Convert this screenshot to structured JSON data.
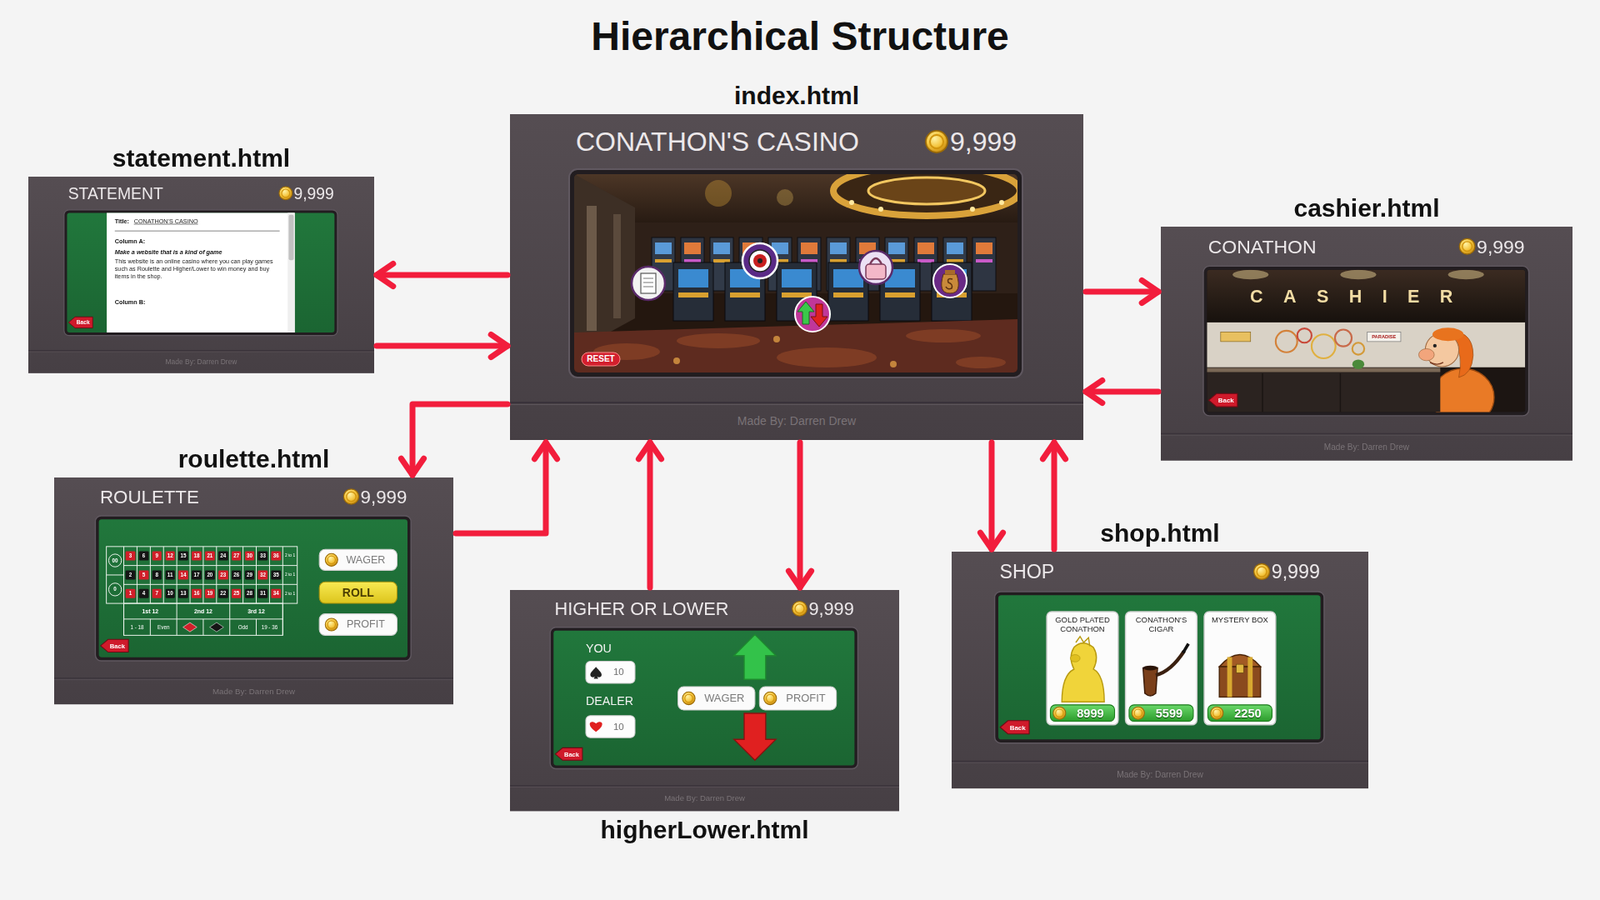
{
  "diagram": {
    "title": "Hierarchical Structure",
    "nodes": [
      {
        "text": [
          "index.html",
          "CONATHON'S CASINO",
          "9,999",
          "Made By: Darren Drew"
        ]
      },
      {
        "text": [
          "RESET"
        ],
        "in": 0
      },
      {
        "text": [
          "statement.html",
          "STATEMENT",
          "9,999",
          "Made By: Darren Drew"
        ]
      },
      {
        "text": [
          "Title:",
          "CONATHON'S CASINO",
          "Column A:",
          "Make a website that is a kind of game",
          "This website is an online casino where you can play games such as Roulette and Higher/Lower to win money and buy items in the shop.",
          "Column B:"
        ],
        "in": 2
      },
      {
        "text": [
          "Back"
        ],
        "in": 2
      },
      {
        "text": [
          "cashier.html",
          "CONATHON",
          "9,999",
          "Made By: Darren Drew"
        ]
      },
      {
        "text": [
          "Back"
        ],
        "in": 5
      },
      {
        "text": [
          "roulette.html",
          "ROULETTE",
          "9,999",
          "Made By: Darren Drew"
        ]
      },
      {
        "text": [
          "WAGER"
        ],
        "in": 7
      },
      {
        "text": [
          "ROLL"
        ],
        "in": 7
      },
      {
        "text": [
          "PROFIT"
        ],
        "in": 7
      },
      {
        "text": [
          "Back"
        ],
        "in": 7
      },
      {
        "text": [
          "higherLower.html",
          "HIGHER OR LOWER",
          "9,999",
          "YOU",
          "DEALER",
          "Made By: Darren Drew"
        ]
      },
      {
        "text": [
          "10"
        ],
        "in": 12
      },
      {
        "text": [
          "10"
        ],
        "in": 12
      },
      {
        "text": [
          "WAGER"
        ],
        "in": 12
      },
      {
        "text": [
          "PROFIT"
        ],
        "in": 12
      },
      {
        "text": [
          "Back"
        ],
        "in": 12
      },
      {
        "text": [
          "shop.html",
          "SHOP",
          "9,999",
          "Made By: Darren Drew"
        ]
      },
      {
        "text": [
          "GOLD PLATED CONATHON",
          "8999"
        ],
        "in": 18
      },
      {
        "text": [
          "CONATHON'S CIGAR",
          "5599"
        ],
        "in": 18
      },
      {
        "text": [
          "MYSTERY BOX",
          "2250"
        ],
        "in": 18
      },
      {
        "text": [
          "Back"
        ],
        "in": 18
      }
    ],
    "edges": [
      {
        "from": 0,
        "to": 2,
        "arrow": "to"
      },
      {
        "from": 2,
        "to": 0,
        "arrow": "to"
      },
      {
        "from": 0,
        "to": 5,
        "arrow": "to"
      },
      {
        "from": 5,
        "to": 0,
        "arrow": "to"
      },
      {
        "from": 0,
        "to": 7,
        "arrow": "to"
      },
      {
        "from": 7,
        "to": 0,
        "arrow": "to"
      },
      {
        "from": 0,
        "to": 12,
        "arrow": "to"
      },
      {
        "from": 12,
        "to": 0,
        "arrow": "to"
      },
      {
        "from": 0,
        "to": 18,
        "arrow": "to"
      },
      {
        "from": 18,
        "to": 0,
        "arrow": "to"
      }
    ],
    "labels": [
      "CASHIER",
      "PARADISE",
      "3",
      "6",
      "9",
      "12",
      "15",
      "18",
      "21",
      "24",
      "27",
      "30",
      "33",
      "36",
      "2",
      "5",
      "8",
      "11",
      "14",
      "17",
      "20",
      "23",
      "26",
      "29",
      "32",
      "35",
      "1",
      "4",
      "7",
      "10",
      "13",
      "16",
      "19",
      "22",
      "25",
      "28",
      "31",
      "34",
      "00",
      "0",
      "2 to 1",
      "2 to 1",
      "2 to 1",
      "1st 12",
      "2nd 12",
      "3rd 12",
      "1 - 18",
      "Even",
      "Odd",
      "19 - 36"
    ]
  }
}
